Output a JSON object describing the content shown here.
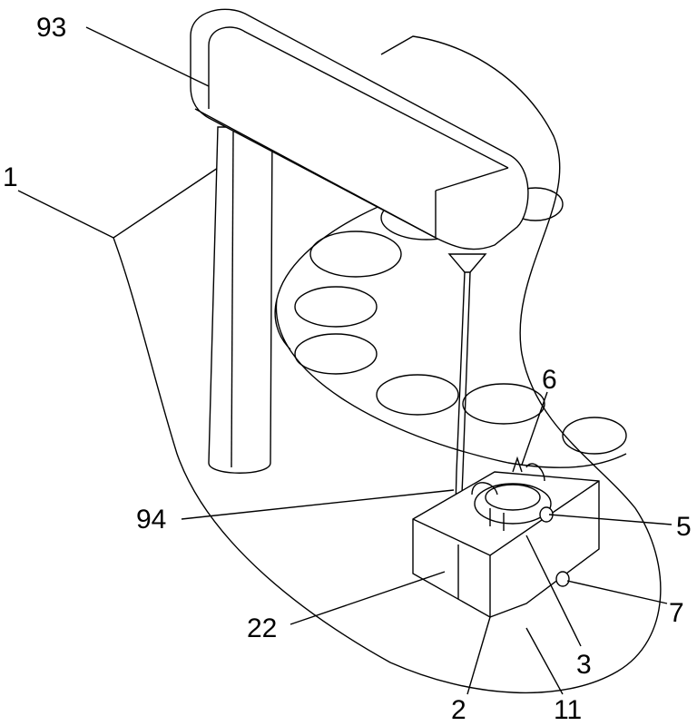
{
  "figure": {
    "labels": {
      "l93": "93",
      "l1": "1",
      "l6": "6",
      "l94": "94",
      "l5": "5",
      "l7": "7",
      "l22": "22",
      "l3": "3",
      "l2": "2",
      "l11": "11"
    }
  }
}
